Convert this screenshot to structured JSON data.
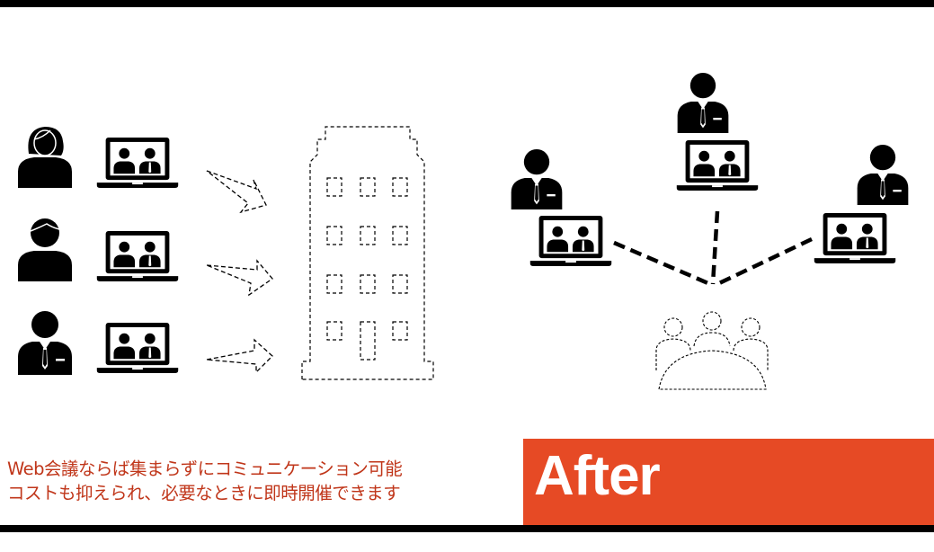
{
  "caption": {
    "line1": "Web会議ならば集まらずにコミュニケーション可能",
    "line2": "コストも抑えられ、必要なときに即時開催できます"
  },
  "badge": {
    "label": "After",
    "color": "#e64a25"
  },
  "text_color": "#c0361a"
}
